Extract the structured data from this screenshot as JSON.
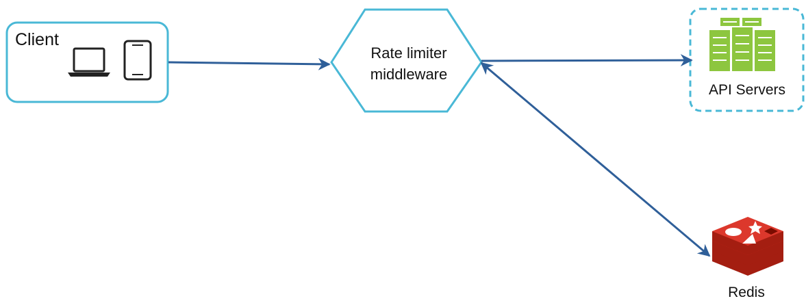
{
  "nodes": {
    "client": {
      "label": "Client"
    },
    "rate_limiter": {
      "line1": "Rate limiter",
      "line2": "middleware"
    },
    "api_servers": {
      "label": "API Servers"
    },
    "redis": {
      "label": "Redis"
    }
  },
  "colors": {
    "node_border": "#49b8d6",
    "arrow": "#2f5f99",
    "server_green": "#8dc63f",
    "redis_red": "#c7302a",
    "device_stroke": "#222222"
  },
  "icons": {
    "client": [
      "laptop-icon",
      "tablet-icon"
    ],
    "api_servers": "server-rack-icon",
    "redis": "redis-logo-icon"
  },
  "edges": [
    {
      "from": "client",
      "to": "rate_limiter",
      "direction": "forward"
    },
    {
      "from": "rate_limiter",
      "to": "api_servers",
      "direction": "forward"
    },
    {
      "from": "rate_limiter",
      "to": "redis",
      "direction": "both"
    }
  ]
}
